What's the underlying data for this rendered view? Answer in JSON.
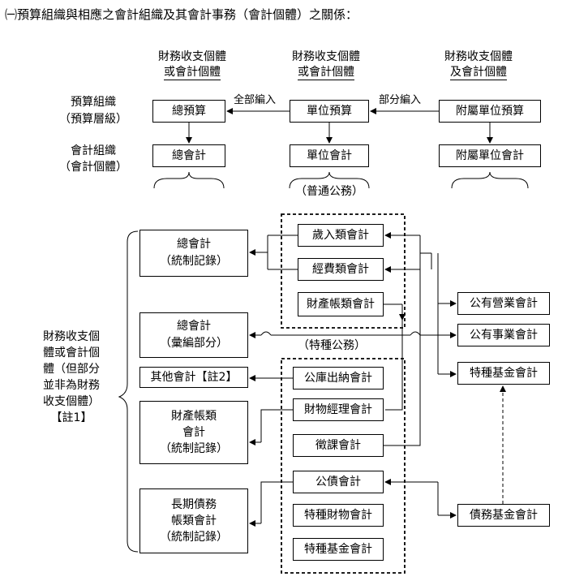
{
  "heading": "㈠預算組織與相應之會計組織及其會計事務（會計個體）之關係：",
  "top_columns": [
    {
      "line1": "財務收支個體",
      "line2": "或會計個體"
    },
    {
      "line1": "財務收支個體",
      "line2": "或會計個體"
    },
    {
      "line1": "財務收支個體",
      "line2": "及會計個體"
    }
  ],
  "row_labels": {
    "budget_org": "預算組織",
    "budget_level": "（預算層級）",
    "accounting_org": "會計組織",
    "accounting_entity": "（會計個體）"
  },
  "budget_boxes": [
    "總預算",
    "單位預算",
    "附屬單位預算"
  ],
  "accounting_boxes": [
    "總會計",
    "單位會計",
    "附屬單位會計"
  ],
  "flow_labels": {
    "full": "全部編入",
    "partial": "部分編入"
  },
  "general_affairs": "（普通公務）",
  "special_affairs": "（特種公務）",
  "left_brace_text": [
    "財務收支個",
    "體或會計個",
    "體（但部分",
    "並非為財務",
    "收支個體）",
    "【註1】"
  ],
  "left_boxes": {
    "total_stat": [
      "總會計",
      "（統制記錄）"
    ],
    "total_compile": [
      "總會計",
      "（彙編部分）"
    ],
    "other": "其他會計【註2】",
    "property": [
      "財產帳類",
      "會計",
      "（統制記錄）"
    ],
    "longterm": [
      "長期債務",
      "帳類會計",
      "（統制記錄）"
    ]
  },
  "general_group": [
    "歲入類會計",
    "經費類會計",
    "財產帳類會計"
  ],
  "special_group": [
    "公庫出納會計",
    "財物經理會計",
    "徵課會計",
    "公債會計",
    "特種財物會計",
    "特種基金會計"
  ],
  "right_boxes": [
    "公有營業會計",
    "公有事業會計",
    "特種基金會計",
    "債務基金會計"
  ]
}
